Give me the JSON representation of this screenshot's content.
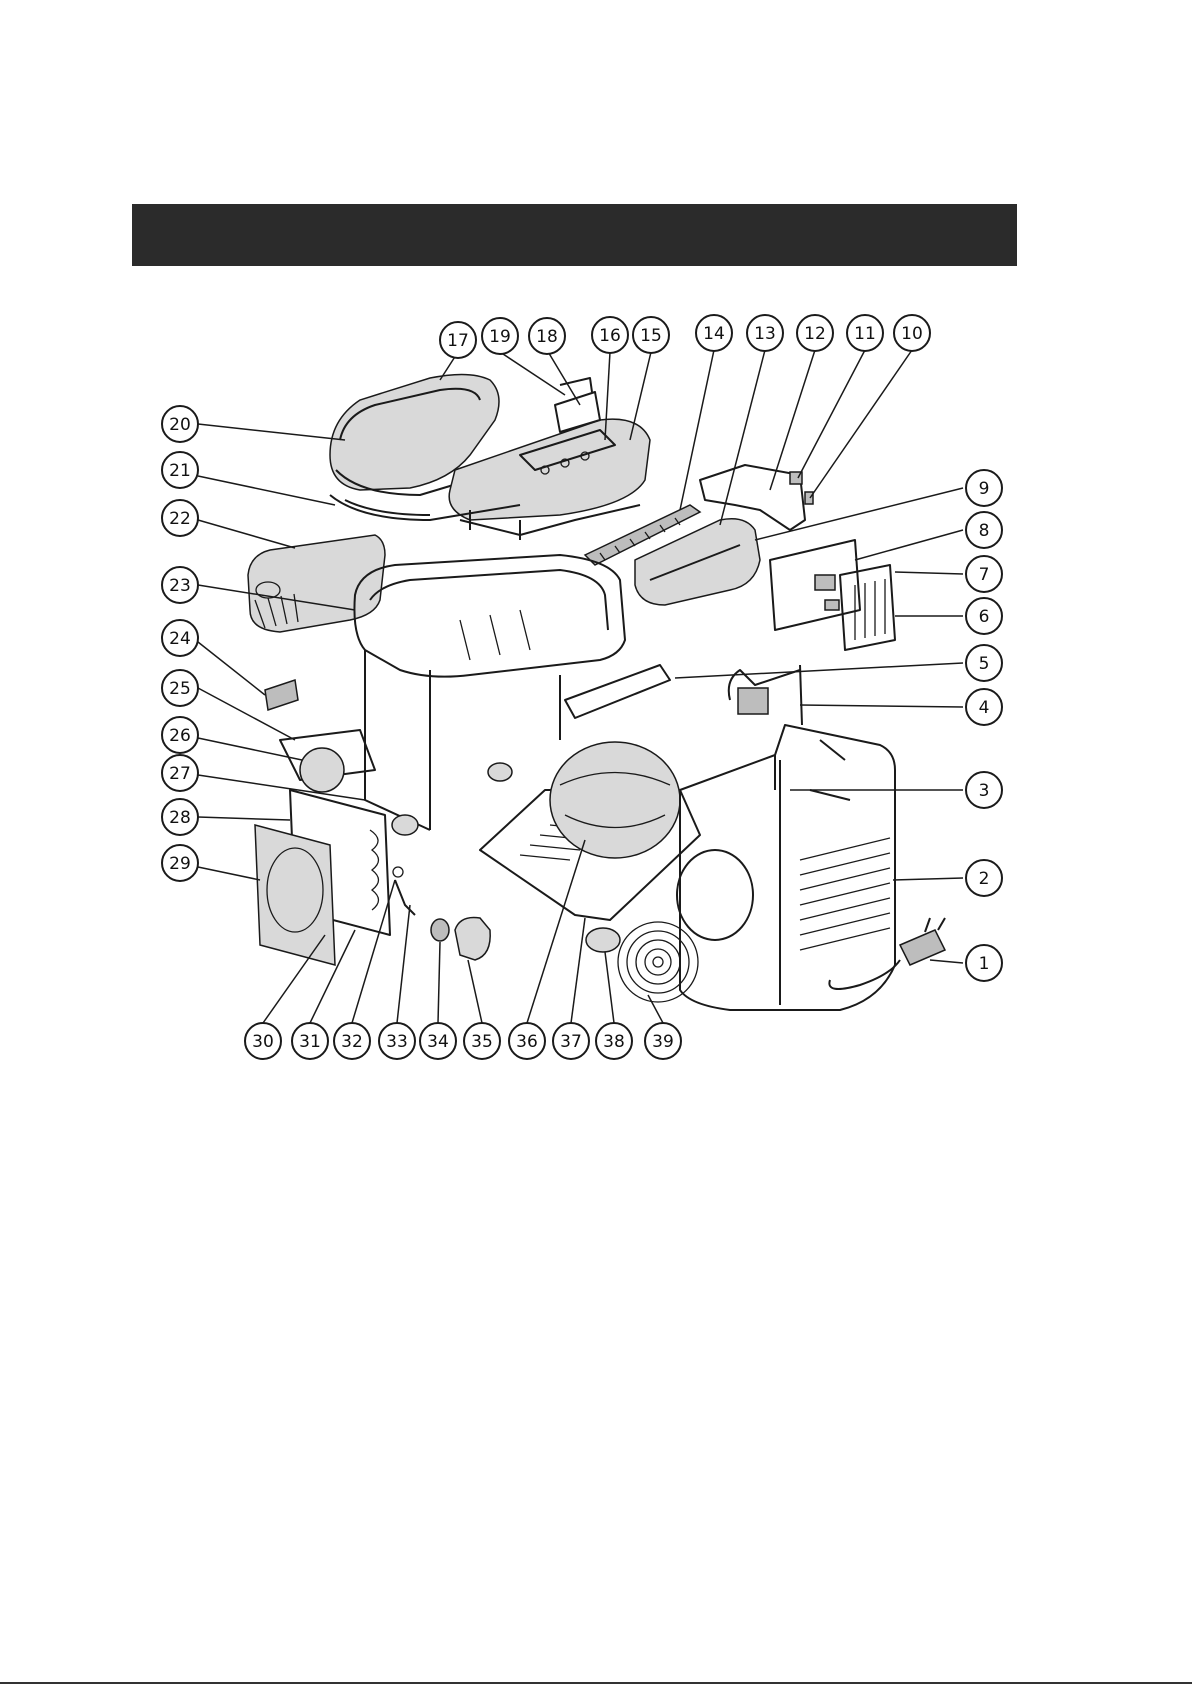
{
  "header": {
    "title": "",
    "background_color": "#2b2b2b"
  },
  "callouts": [
    "1",
    "2",
    "3",
    "4",
    "5",
    "6",
    "7",
    "8",
    "9",
    "10",
    "11",
    "12",
    "13",
    "14",
    "15",
    "16",
    "17",
    "18",
    "19",
    "20",
    "21",
    "22",
    "23",
    "24",
    "25",
    "26",
    "27",
    "28",
    "29",
    "30",
    "31",
    "32",
    "33",
    "34",
    "35",
    "36",
    "37",
    "38",
    "39"
  ]
}
